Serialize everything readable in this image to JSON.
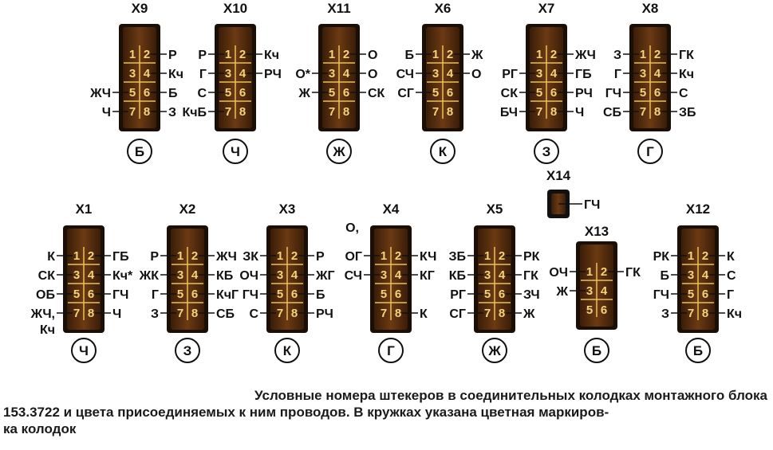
{
  "connectors": [
    {
      "id": "X9",
      "badge": "Б",
      "pins": [
        "1",
        "2",
        "3",
        "4",
        "5",
        "6",
        "7",
        "8"
      ],
      "left": [
        "",
        "",
        "ЖЧ",
        "Ч"
      ],
      "right": [
        "Р",
        "Кч",
        "Б",
        "З"
      ]
    },
    {
      "id": "X10",
      "badge": "Ч",
      "pins": [
        "1",
        "2",
        "3",
        "4",
        "5",
        "6",
        "7",
        "8"
      ],
      "left": [
        "Р",
        "Г",
        "С",
        "КчБ"
      ],
      "right": [
        "Кч",
        "РЧ",
        "",
        ""
      ]
    },
    {
      "id": "X11",
      "badge": "Ж",
      "pins": [
        "1",
        "2",
        "3",
        "4",
        "5",
        "6",
        "7",
        "8"
      ],
      "left": [
        "",
        "О*",
        "Ж",
        ""
      ],
      "right": [
        "О",
        "О",
        "СК",
        ""
      ]
    },
    {
      "id": "X6",
      "badge": "К",
      "pins": [
        "1",
        "2",
        "3",
        "4",
        "5",
        "6",
        "7",
        "8"
      ],
      "left": [
        "Б",
        "СЧ",
        "СГ",
        ""
      ],
      "right": [
        "Ж",
        "О",
        "",
        ""
      ]
    },
    {
      "id": "X7",
      "badge": "З",
      "pins": [
        "1",
        "2",
        "3",
        "4",
        "5",
        "6",
        "7",
        "8"
      ],
      "left": [
        "",
        "РГ",
        "СК",
        "БЧ"
      ],
      "right": [
        "ЖЧ",
        "ГБ",
        "РЧ",
        "Ч"
      ]
    },
    {
      "id": "X8",
      "badge": "Г",
      "pins": [
        "1",
        "2",
        "3",
        "4",
        "5",
        "6",
        "7",
        "8"
      ],
      "left": [
        "З",
        "Г",
        "ГЧ",
        "СБ"
      ],
      "right": [
        "ГК",
        "Кч",
        "С",
        "ЗБ"
      ]
    },
    {
      "id": "X1",
      "badge": "Ч",
      "pins": [
        "1",
        "2",
        "3",
        "4",
        "5",
        "6",
        "7",
        "8"
      ],
      "left": [
        "К",
        "СК",
        "ОБ",
        "ЖЧ,"
      ],
      "left_extra": "Кч",
      "right": [
        "ГБ",
        "Кч*",
        "ГЧ",
        "Ч"
      ]
    },
    {
      "id": "X2",
      "badge": "З",
      "pins": [
        "1",
        "2",
        "3",
        "4",
        "5",
        "6",
        "7",
        "8"
      ],
      "left": [
        "Р",
        "ЖК",
        "Г",
        "З"
      ],
      "right": [
        "ЖЧ",
        "КБ",
        "КчГ",
        "СБ"
      ]
    },
    {
      "id": "X3",
      "badge": "К",
      "pins": [
        "1",
        "2",
        "3",
        "4",
        "5",
        "6",
        "7",
        "8"
      ],
      "left": [
        "ЗК",
        "ОЧ",
        "ГЧ",
        "С"
      ],
      "right": [
        "Р",
        "ЖГ",
        "Б",
        "РЧ"
      ]
    },
    {
      "id": "X4",
      "badge": "Г",
      "pins": [
        "1",
        "2",
        "3",
        "4",
        "5",
        "6",
        "7",
        "8"
      ],
      "left": [
        "ОГ",
        "СЧ",
        "",
        ""
      ],
      "left_top": "О,",
      "right": [
        "КЧ",
        "КГ",
        "",
        "К"
      ]
    },
    {
      "id": "X5",
      "badge": "Ж",
      "pins": [
        "1",
        "2",
        "3",
        "4",
        "5",
        "6",
        "7",
        "8"
      ],
      "left": [
        "ЗБ",
        "КБ",
        "РГ",
        "СГ"
      ],
      "right": [
        "РК",
        "ГК",
        "ЗЧ",
        "Ж"
      ]
    },
    {
      "id": "X13",
      "badge": "Б",
      "pins": [
        "1",
        "2",
        "3",
        "4",
        "5",
        "6"
      ],
      "left": [
        "ОЧ",
        "Ж",
        ""
      ],
      "right": [
        "ГК",
        "",
        ""
      ]
    },
    {
      "id": "X12",
      "badge": "Б",
      "pins": [
        "1",
        "2",
        "3",
        "4",
        "5",
        "6",
        "7",
        "8"
      ],
      "left": [
        "РК",
        "Б",
        "ГЧ",
        "З"
      ],
      "right": [
        "К",
        "С",
        "Г",
        "Кч"
      ]
    },
    {
      "id": "X14",
      "badge": "",
      "pins": [],
      "left": [],
      "right": [
        "ГЧ"
      ]
    }
  ],
  "caption": {
    "line1": "Условные номера штекеров в соединительных колодках монтажного блока",
    "line2": "153.3722 и цвета присоединяемых к ним проводов. В кружках указана цветная маркиров-",
    "line3": "ка колодок"
  }
}
